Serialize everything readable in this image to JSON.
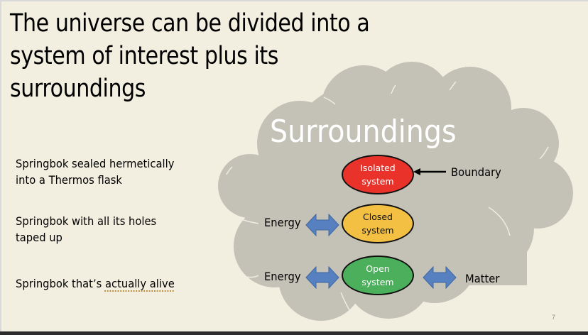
{
  "slide": {
    "title_lines": [
      "The universe can be divided into a",
      "system of interest plus its",
      "surroundings"
    ],
    "page_number": "7",
    "background_color": "#f3efe0"
  },
  "bullets": [
    {
      "lines": [
        "Springbok sealed hermetically",
        "into a Thermos flask"
      ]
    },
    {
      "lines": [
        "Springbok with all its holes",
        "taped up"
      ]
    },
    {
      "lines_prefix": "Springbok that’s ",
      "lines_flagged": "actually alive"
    }
  ],
  "diagram": {
    "cloud_label": "Surroundings",
    "cloud_color": "#c4c2b6",
    "systems": [
      {
        "name": "isolated",
        "line1": "Isolated",
        "line2": "system",
        "color": "#e8322a"
      },
      {
        "name": "closed",
        "line1": "Closed",
        "line2": "system",
        "color": "#f3c044"
      },
      {
        "name": "open",
        "line1": "Open",
        "line2": "system",
        "color": "#4caf5b"
      }
    ],
    "boundary_label": "Boundary",
    "energy_label_closed": "Energy",
    "energy_label_open": "Energy",
    "matter_label": "Matter",
    "arrow_color": "#5680bf"
  }
}
